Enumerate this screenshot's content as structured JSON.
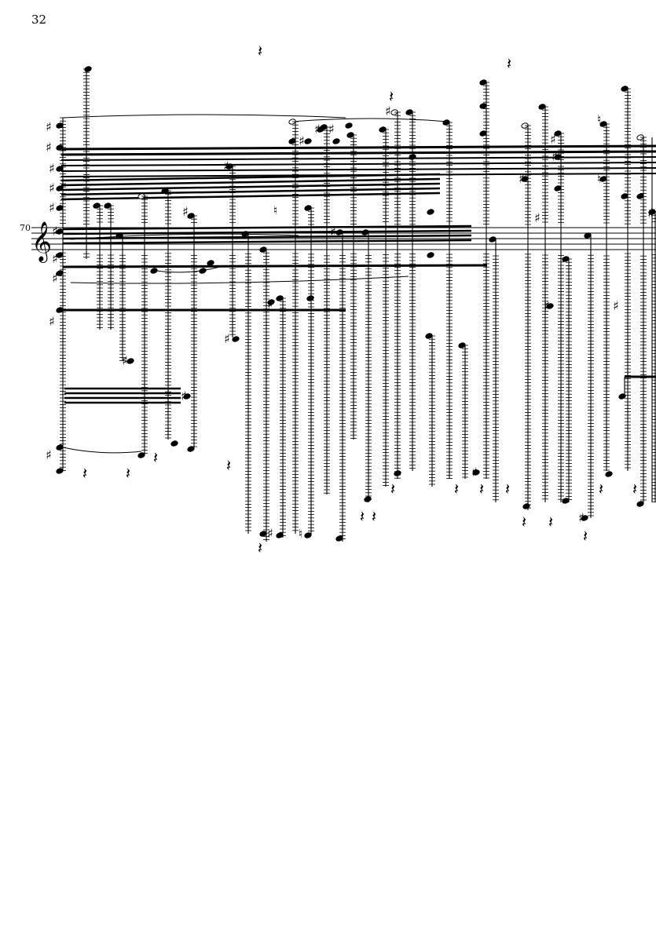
{
  "page": {
    "number": "32"
  },
  "system": {
    "measure_number": "70",
    "clef": "treble"
  },
  "colors": {
    "ink": "#000000",
    "paper": "#ffffff"
  }
}
